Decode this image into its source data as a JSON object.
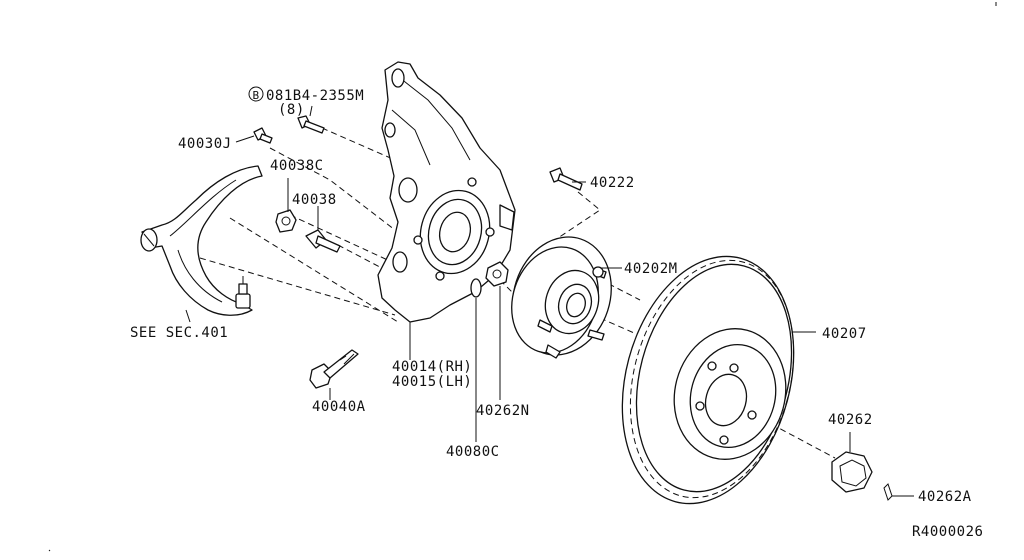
{
  "labels": {
    "bolt_ref": "081B4-2355M",
    "bolt_ref_qty": "(8)",
    "bolt_ref_badge": "B",
    "p40030J": "40030J",
    "p40038C": "40038C",
    "p40038": "40038",
    "p40222": "40222",
    "p40202M": "40202M",
    "p40207": "40207",
    "see_sec": "SEE SEC.401",
    "p40014": "40014(RH)",
    "p40015": "40015(LH)",
    "p40040A": "40040A",
    "p40262N": "40262N",
    "p40080C": "40080C",
    "p40262": "40262",
    "p40262A": "40262A",
    "drawing_no": "R4000026"
  }
}
